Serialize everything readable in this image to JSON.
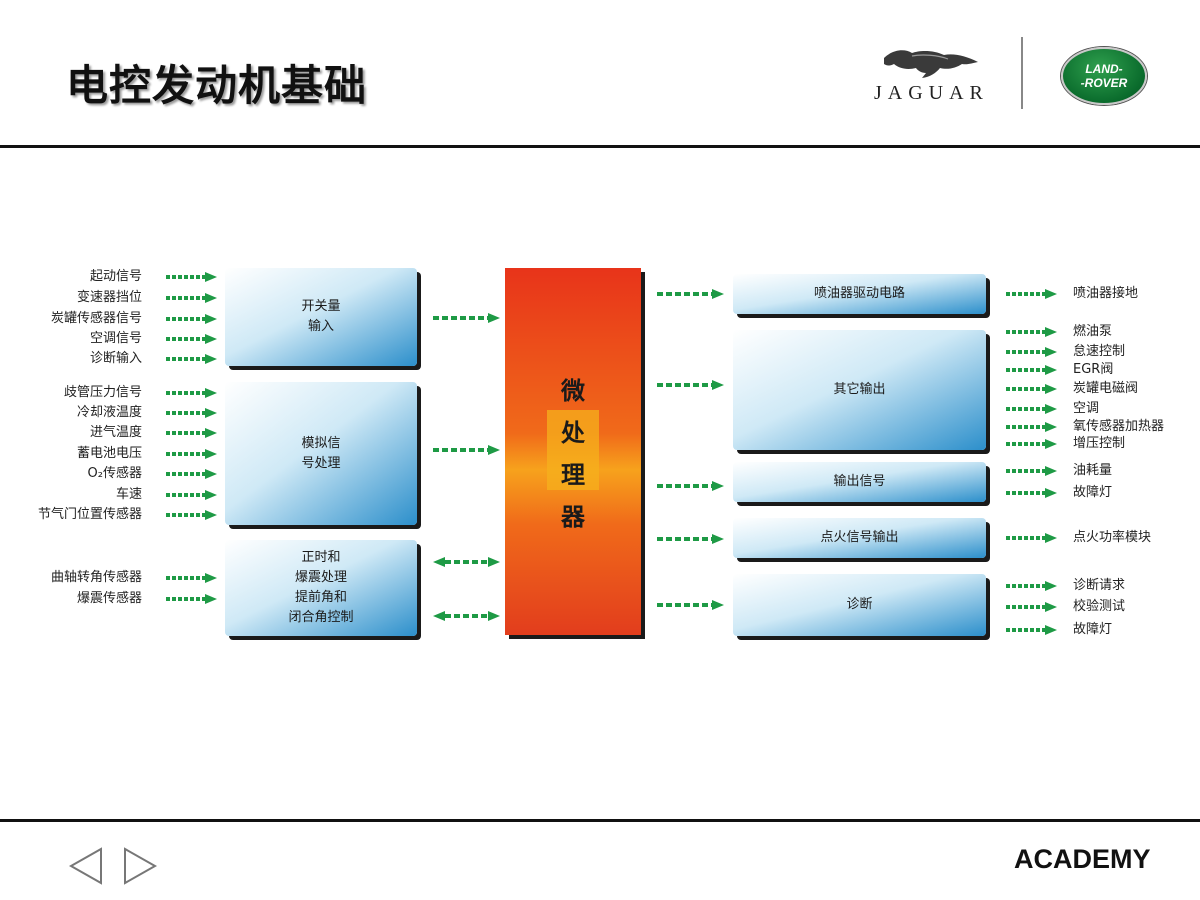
{
  "header": {
    "title": "电控发动机基础",
    "jaguar_word": "JAGUAR",
    "landrover_line1": "LAND-",
    "landrover_line2": "-ROVER"
  },
  "footer": {
    "academy": "ACADEMY"
  },
  "diagram": {
    "inputs_group1": [
      "起动信号",
      "变速器挡位",
      "炭罐传感器信号",
      "空调信号",
      "诊断输入"
    ],
    "inputs_group2": [
      "歧管压力信号",
      "冷却液温度",
      "进气温度",
      "蓄电池电压",
      "O₂传感器",
      "车速",
      "节气门位置传感器"
    ],
    "inputs_group3": [
      "曲轴转角传感器",
      "爆震传感器"
    ],
    "box_switch": "开关量\n输入",
    "box_analog": "模拟信\n号处理",
    "box_timing": "正时和\n爆震处理\n提前角和\n闭合角控制",
    "microprocessor": "微\n处\n理\n器",
    "box_injector_driver": "喷油器驱动电路",
    "box_other_output": "其它输出",
    "box_output_signal": "输出信号",
    "box_ignition_output": "点火信号输出",
    "box_diagnosis": "诊断",
    "out_injector": [
      "喷油器接地"
    ],
    "out_other": [
      "燃油泵",
      "怠速控制",
      "EGR阀",
      "炭罐电磁阀",
      "空调",
      "氧传感器加热器",
      "增压控制"
    ],
    "out_signal": [
      "油耗量",
      "故障灯"
    ],
    "out_ignition": [
      "点火功率模块"
    ],
    "out_diagnosis": [
      "诊断请求",
      "校验测试",
      "故障灯"
    ],
    "arrow_color": "#1e9a45"
  }
}
